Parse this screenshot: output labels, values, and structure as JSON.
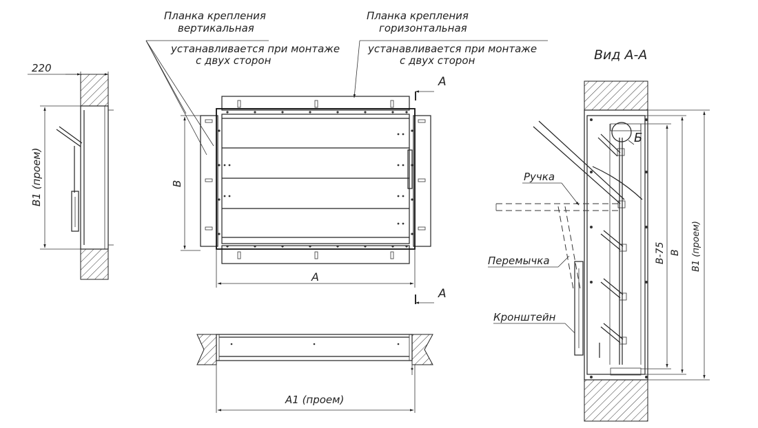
{
  "labels": {
    "plank_vertical_line1": "Планка крепления",
    "plank_vertical_line2": "вертикальная",
    "plank_horizontal_line1": "Планка крепления",
    "plank_horizontal_line2": "горизонтальная",
    "install_note_line1": "устанавливается при монтаже",
    "install_note_line2": "с двух сторон",
    "view_title": "Вид А-А",
    "handle": "Ручка",
    "jumper": "Перемычка",
    "bracket": "Кронштейн",
    "callout_b": "Б"
  },
  "dimensions": {
    "depth": "220",
    "b1_opening": "В1 (проем)",
    "b": "В",
    "a": "А",
    "a1_opening": "А1 (проем)",
    "section_mark": "А",
    "b_minus_75": "В-75"
  }
}
